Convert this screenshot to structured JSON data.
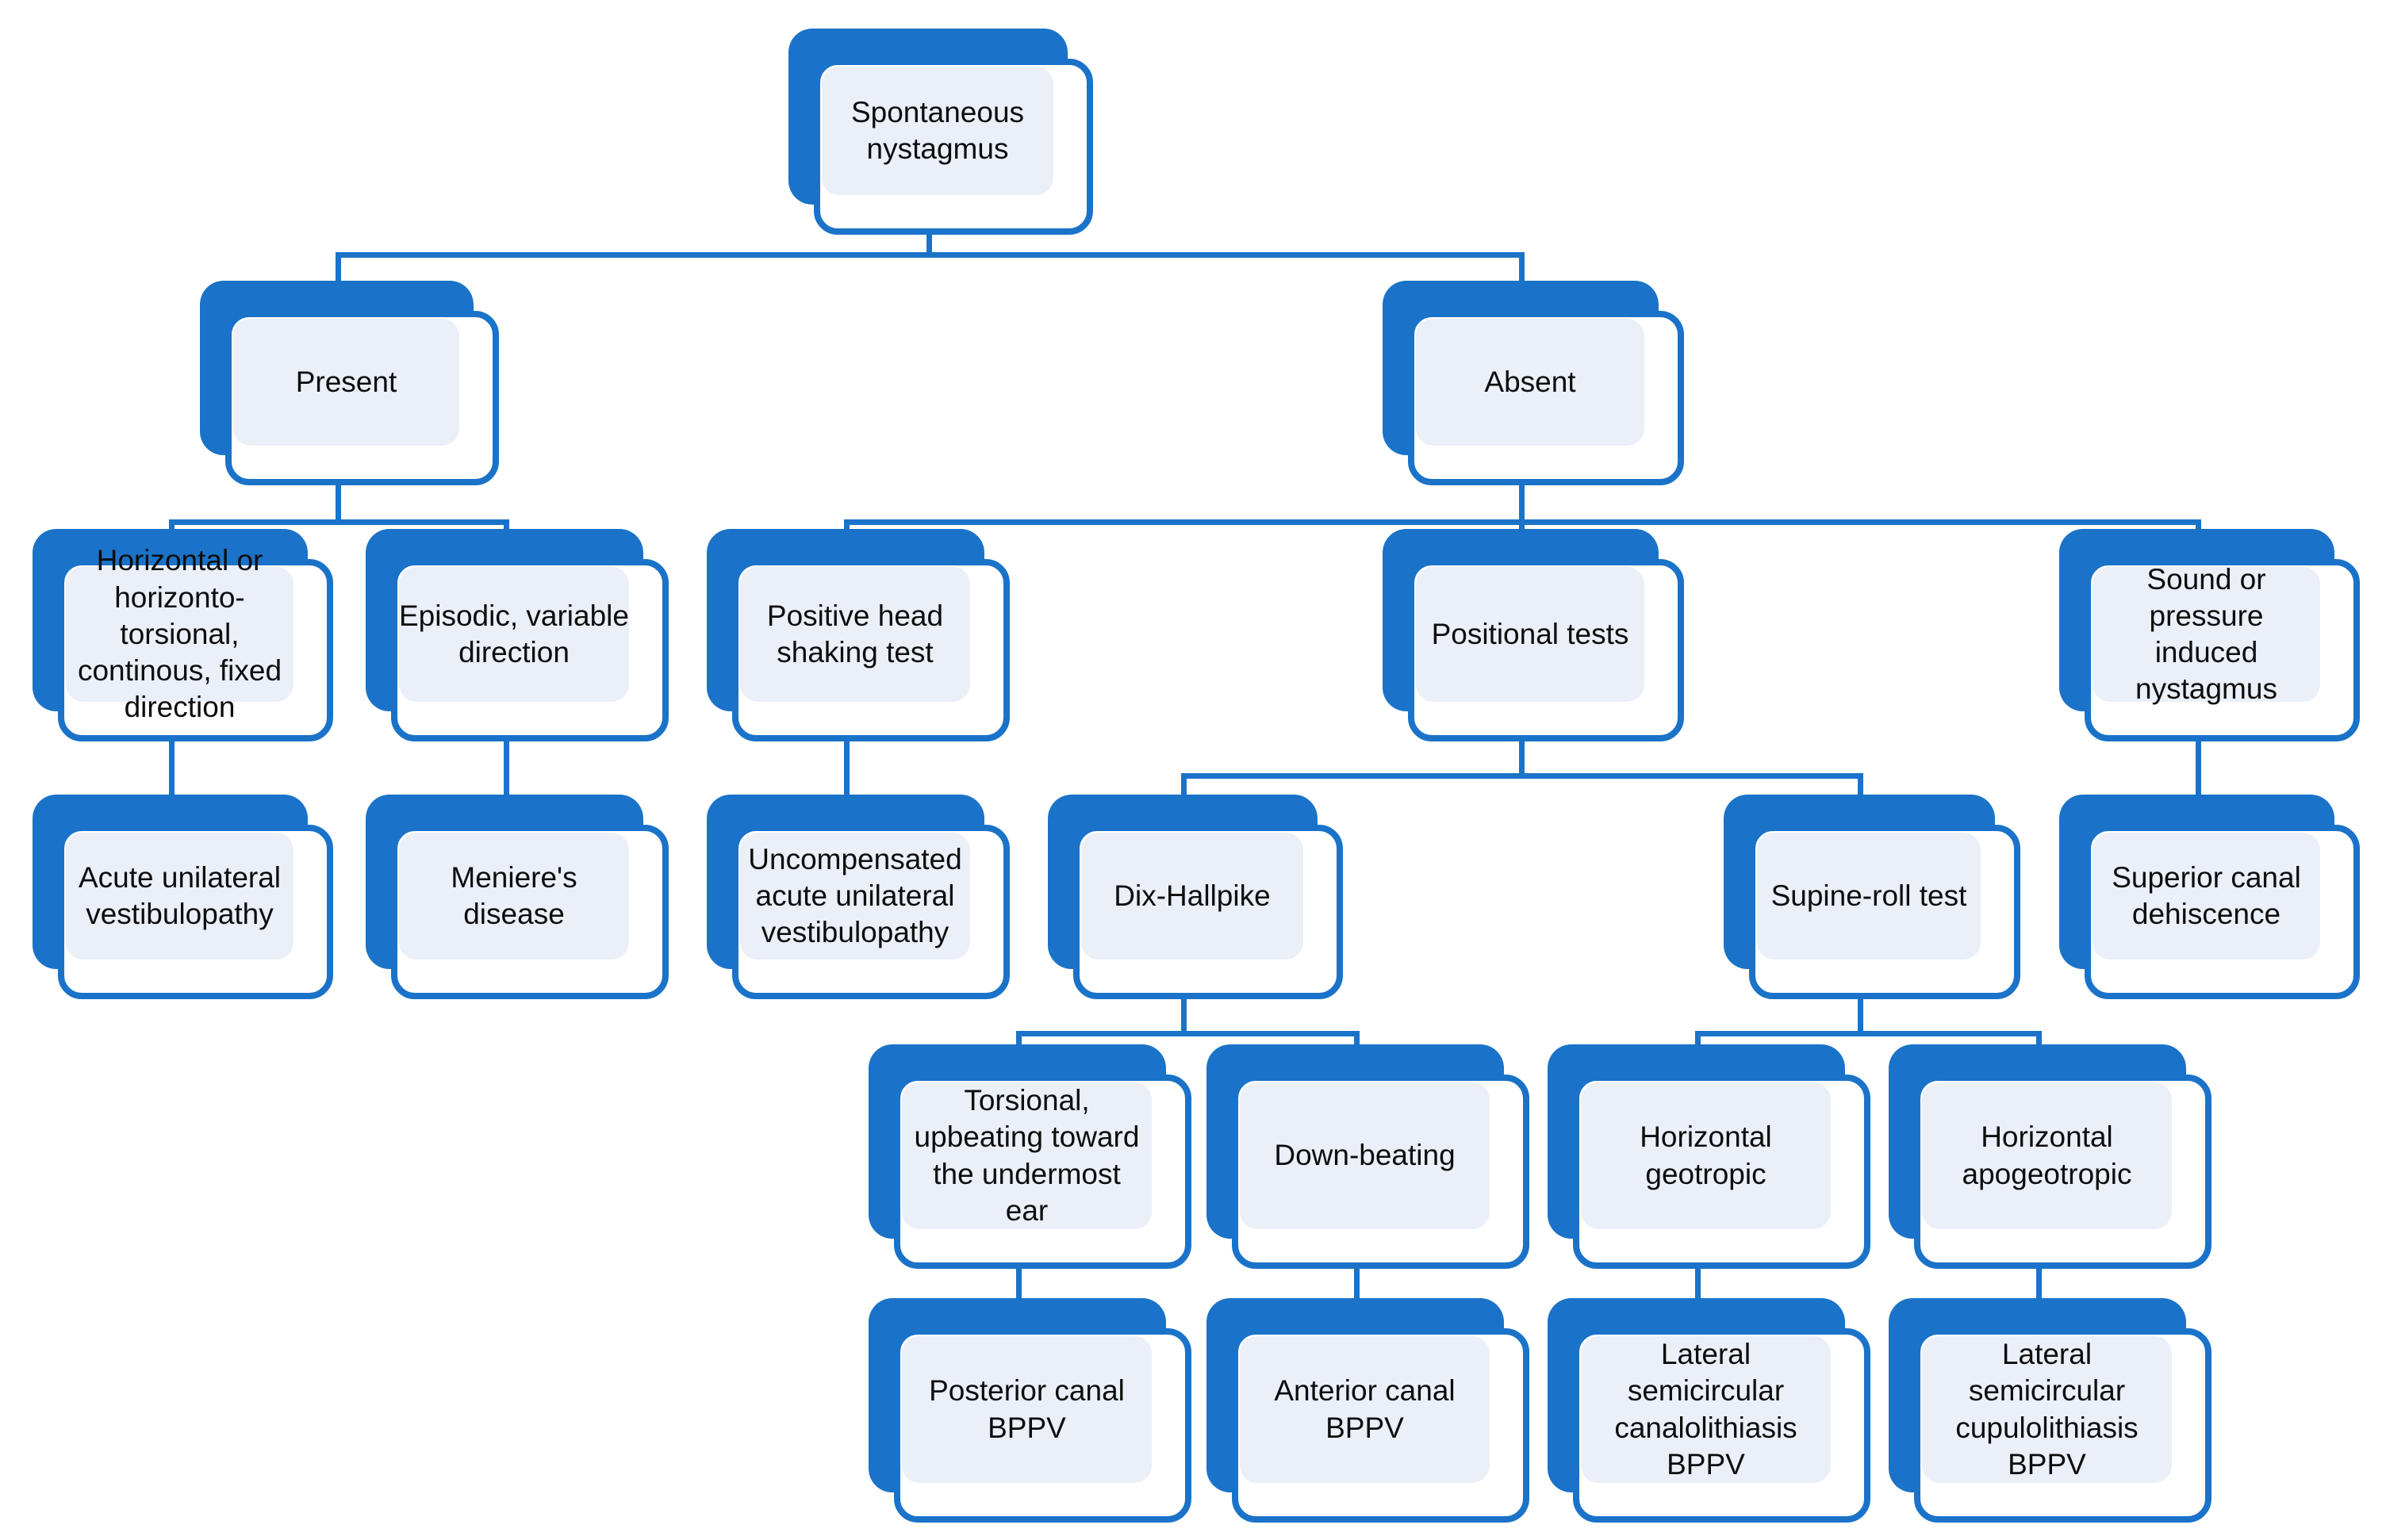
{
  "diagram": {
    "colors": {
      "accent": "#1a73c8",
      "node_fill": "#eaeff8",
      "background": "#ffffff",
      "text": "#0d0d0d"
    },
    "nodes": {
      "spontaneous": {
        "label": "Spontaneous\nnystagmus"
      },
      "present": {
        "label": "Present"
      },
      "absent": {
        "label": "Absent"
      },
      "horizontal_fixed": {
        "label": "Horizontal or\nhorizonto-\ntorsional,\ncontinous, fixed\ndirection"
      },
      "episodic": {
        "label": "Episodic, variable\ndirection"
      },
      "head_shaking": {
        "label": "Positive head\nshaking test"
      },
      "positional": {
        "label": "Positional tests"
      },
      "sound_pressure": {
        "label": "Sound or pressure\ninduced\nnystagmus"
      },
      "acute_uv": {
        "label": "Acute unilateral\nvestibulopathy"
      },
      "meniere": {
        "label": "Meniere's disease"
      },
      "uncompensated": {
        "label": "Uncompensated\nacute unilateral\nvestibulopathy"
      },
      "dix_hallpike": {
        "label": "Dix-Hallpike"
      },
      "supine_roll": {
        "label": "Supine-roll test"
      },
      "superior_canal": {
        "label": "Superior canal\ndehiscence"
      },
      "torsional_upbeating": {
        "label": "Torsional,\nupbeating toward\nthe undermost\near"
      },
      "down_beating": {
        "label": "Down-beating"
      },
      "horizontal_geotropic": {
        "label": "Horizontal\ngeotropic"
      },
      "horizontal_apogeotropic": {
        "label": "Horizontal\napogeotropic"
      },
      "posterior_bppv": {
        "label": "Posterior canal\nBPPV"
      },
      "anterior_bppv": {
        "label": "Anterior canal\nBPPV"
      },
      "lateral_canalolithiasis": {
        "label": "Lateral\nsemicircular\ncanalolithiasis\nBPPV"
      },
      "lateral_cupulolithiasis": {
        "label": "Lateral\nsemicircular\ncupulolithiasis\nBPPV"
      }
    },
    "edges": [
      [
        "spontaneous",
        "present"
      ],
      [
        "spontaneous",
        "absent"
      ],
      [
        "present",
        "horizontal_fixed"
      ],
      [
        "present",
        "episodic"
      ],
      [
        "horizontal_fixed",
        "acute_uv"
      ],
      [
        "episodic",
        "meniere"
      ],
      [
        "absent",
        "head_shaking"
      ],
      [
        "absent",
        "positional"
      ],
      [
        "absent",
        "sound_pressure"
      ],
      [
        "head_shaking",
        "uncompensated"
      ],
      [
        "positional",
        "dix_hallpike"
      ],
      [
        "positional",
        "supine_roll"
      ],
      [
        "sound_pressure",
        "superior_canal"
      ],
      [
        "dix_hallpike",
        "torsional_upbeating"
      ],
      [
        "dix_hallpike",
        "down_beating"
      ],
      [
        "supine_roll",
        "horizontal_geotropic"
      ],
      [
        "supine_roll",
        "horizontal_apogeotropic"
      ],
      [
        "torsional_upbeating",
        "posterior_bppv"
      ],
      [
        "down_beating",
        "anterior_bppv"
      ],
      [
        "horizontal_geotropic",
        "lateral_canalolithiasis"
      ],
      [
        "horizontal_apogeotropic",
        "lateral_cupulolithiasis"
      ]
    ]
  }
}
